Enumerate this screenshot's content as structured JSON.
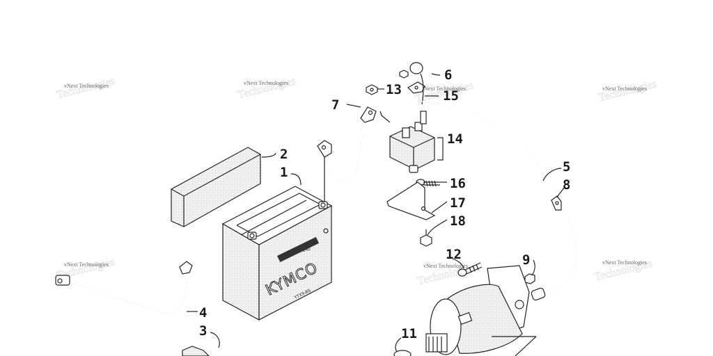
{
  "watermark": {
    "text": "vNext Technologies"
  },
  "battery": {
    "brand": "KYMCO",
    "model": "YTX9-BS",
    "code": "KY 240"
  },
  "callouts": [
    "1",
    "2",
    "3",
    "4",
    "5",
    "6",
    "7",
    "8",
    "9",
    "11",
    "12",
    "13",
    "14",
    "15",
    "16",
    "17",
    "18"
  ],
  "colors": {
    "ink": "#222222",
    "background": "#ffffff",
    "watermark": "#666666"
  }
}
